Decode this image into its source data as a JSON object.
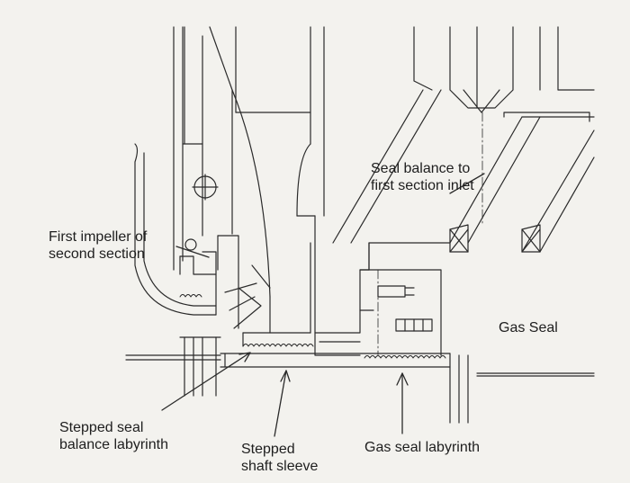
{
  "labels": {
    "seal_balance": [
      "Seal balance to",
      "first section inlet"
    ],
    "first_impeller": [
      "First impeller of",
      "second section"
    ],
    "gas_seal": "Gas Seal",
    "stepped_seal": [
      "Stepped seal",
      "balance labyrinth"
    ],
    "stepped_sleeve": [
      "Stepped",
      "shaft sleeve"
    ],
    "gas_seal_labyrinth": "Gas seal labyrinth"
  },
  "colors": {
    "ink": "#2a2a2a",
    "paper": "#f3f2ee"
  }
}
